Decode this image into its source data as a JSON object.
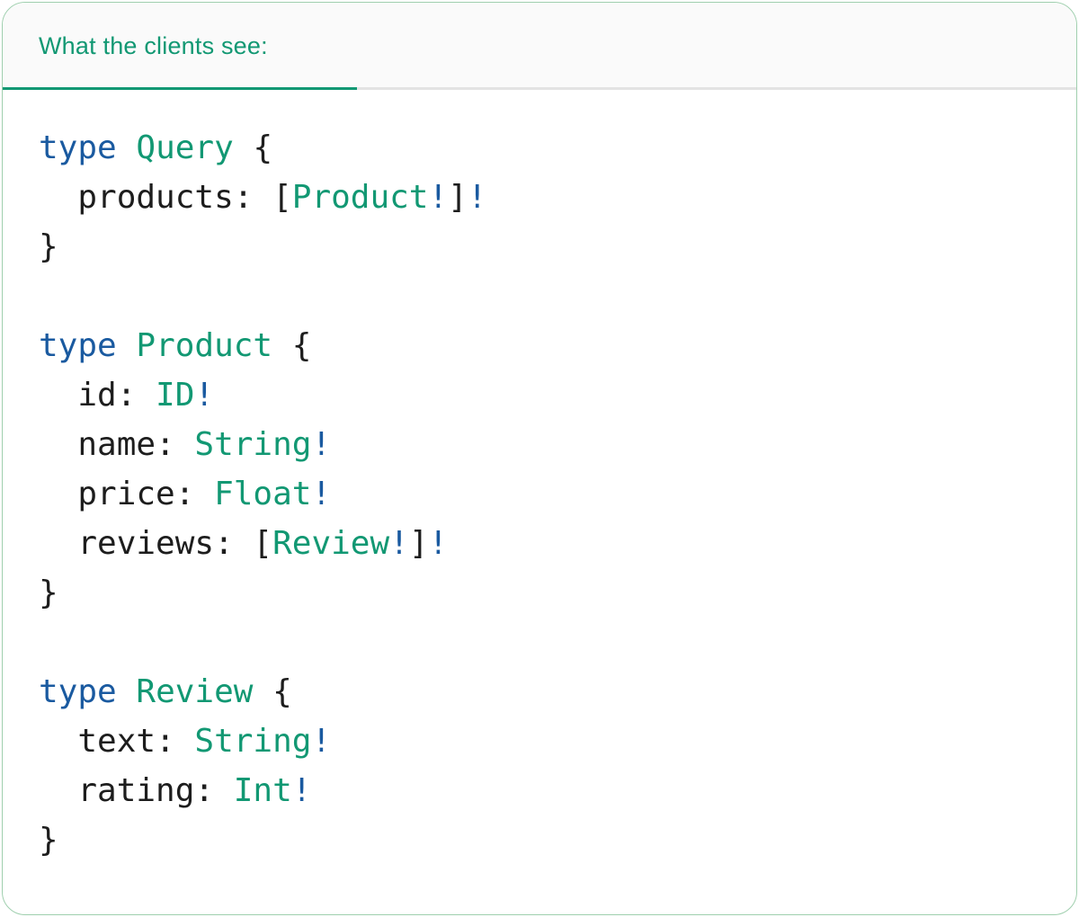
{
  "card": {
    "header": {
      "tab_label": "What the clients see:"
    }
  },
  "colors": {
    "accent": "#129873",
    "keyword": "#1a5aa0",
    "type": "#129873",
    "code_text": "#1d1d1d",
    "divider": "#e3e3e3",
    "header_bg": "#fafafa",
    "card_border": "#9fcfae"
  },
  "code": {
    "language": "graphql",
    "lines": [
      [
        {
          "t": "type",
          "c": "keyword"
        },
        {
          "t": " ",
          "c": "text"
        },
        {
          "t": "Query",
          "c": "type"
        },
        {
          "t": " {",
          "c": "text"
        }
      ],
      [
        {
          "t": "  products: [",
          "c": "text"
        },
        {
          "t": "Product",
          "c": "type"
        },
        {
          "t": "!",
          "c": "keyword"
        },
        {
          "t": "]",
          "c": "text"
        },
        {
          "t": "!",
          "c": "keyword"
        }
      ],
      [
        {
          "t": "}",
          "c": "text"
        }
      ],
      [],
      [
        {
          "t": "type",
          "c": "keyword"
        },
        {
          "t": " ",
          "c": "text"
        },
        {
          "t": "Product",
          "c": "type"
        },
        {
          "t": " {",
          "c": "text"
        }
      ],
      [
        {
          "t": "  id: ",
          "c": "text"
        },
        {
          "t": "ID",
          "c": "type"
        },
        {
          "t": "!",
          "c": "keyword"
        }
      ],
      [
        {
          "t": "  name: ",
          "c": "text"
        },
        {
          "t": "String",
          "c": "type"
        },
        {
          "t": "!",
          "c": "keyword"
        }
      ],
      [
        {
          "t": "  price: ",
          "c": "text"
        },
        {
          "t": "Float",
          "c": "type"
        },
        {
          "t": "!",
          "c": "keyword"
        }
      ],
      [
        {
          "t": "  reviews: [",
          "c": "text"
        },
        {
          "t": "Review",
          "c": "type"
        },
        {
          "t": "!",
          "c": "keyword"
        },
        {
          "t": "]",
          "c": "text"
        },
        {
          "t": "!",
          "c": "keyword"
        }
      ],
      [
        {
          "t": "}",
          "c": "text"
        }
      ],
      [],
      [
        {
          "t": "type",
          "c": "keyword"
        },
        {
          "t": " ",
          "c": "text"
        },
        {
          "t": "Review",
          "c": "type"
        },
        {
          "t": " {",
          "c": "text"
        }
      ],
      [
        {
          "t": "  text: ",
          "c": "text"
        },
        {
          "t": "String",
          "c": "type"
        },
        {
          "t": "!",
          "c": "keyword"
        }
      ],
      [
        {
          "t": "  rating: ",
          "c": "text"
        },
        {
          "t": "Int",
          "c": "type"
        },
        {
          "t": "!",
          "c": "keyword"
        }
      ],
      [
        {
          "t": "}",
          "c": "text"
        }
      ]
    ]
  }
}
